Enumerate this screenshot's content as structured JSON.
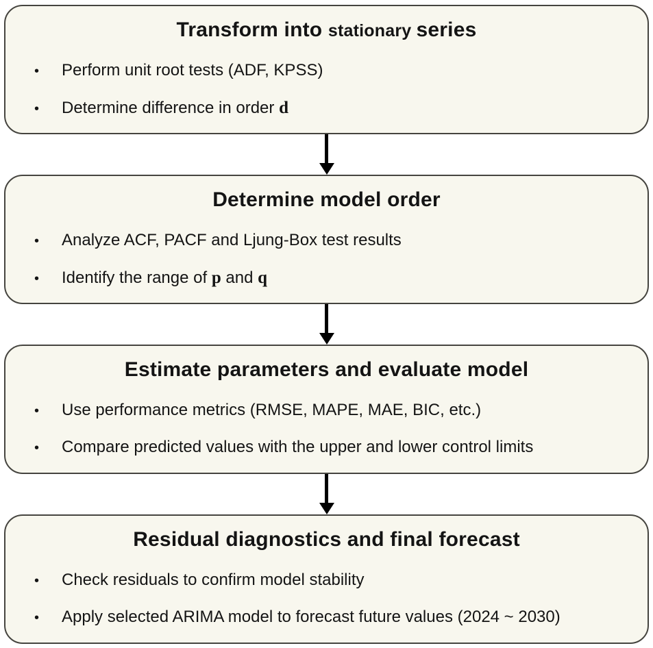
{
  "page": {
    "background": "#ffffff"
  },
  "flowchart": {
    "box_fill": "#f8f7ee",
    "box_border": "#45443f",
    "text_color": "#141414",
    "arrow_color": "#000000",
    "bullet_glyph": "•",
    "steps": [
      {
        "title": [
          {
            "text": "Transform into ",
            "size": "large"
          },
          {
            "text": "stationary ",
            "size": "medium"
          },
          {
            "text": "series",
            "size": "large"
          }
        ],
        "bullets": [
          [
            {
              "text": "Perform unit root tests (ADF, KPSS)"
            }
          ],
          [
            {
              "text": "Determine difference in order "
            },
            {
              "text": "d",
              "variable": true
            }
          ]
        ]
      },
      {
        "title": [
          {
            "text": "Determine model order",
            "size": "large"
          }
        ],
        "bullets": [
          [
            {
              "text": "Analyze ACF, PACF and Ljung-Box test results"
            }
          ],
          [
            {
              "text": "Identify the range of "
            },
            {
              "text": "p",
              "variable": true
            },
            {
              "text": " and "
            },
            {
              "text": "q",
              "variable": true
            }
          ]
        ]
      },
      {
        "title": [
          {
            "text": "Estimate parameters and evaluate model",
            "size": "large"
          }
        ],
        "bullets": [
          [
            {
              "text": "Use performance metrics (RMSE, MAPE, MAE, BIC, etc.)"
            }
          ],
          [
            {
              "text": "Compare predicted values with the upper and lower control limits"
            }
          ]
        ]
      },
      {
        "title": [
          {
            "text": "Residual diagnostics and final forecast",
            "size": "large"
          }
        ],
        "bullets": [
          [
            {
              "text": "Check residuals to confirm model stability"
            }
          ],
          [
            {
              "text": "Apply selected ARIMA model to forecast future values (2024 ~ 2030)"
            }
          ]
        ]
      }
    ]
  }
}
